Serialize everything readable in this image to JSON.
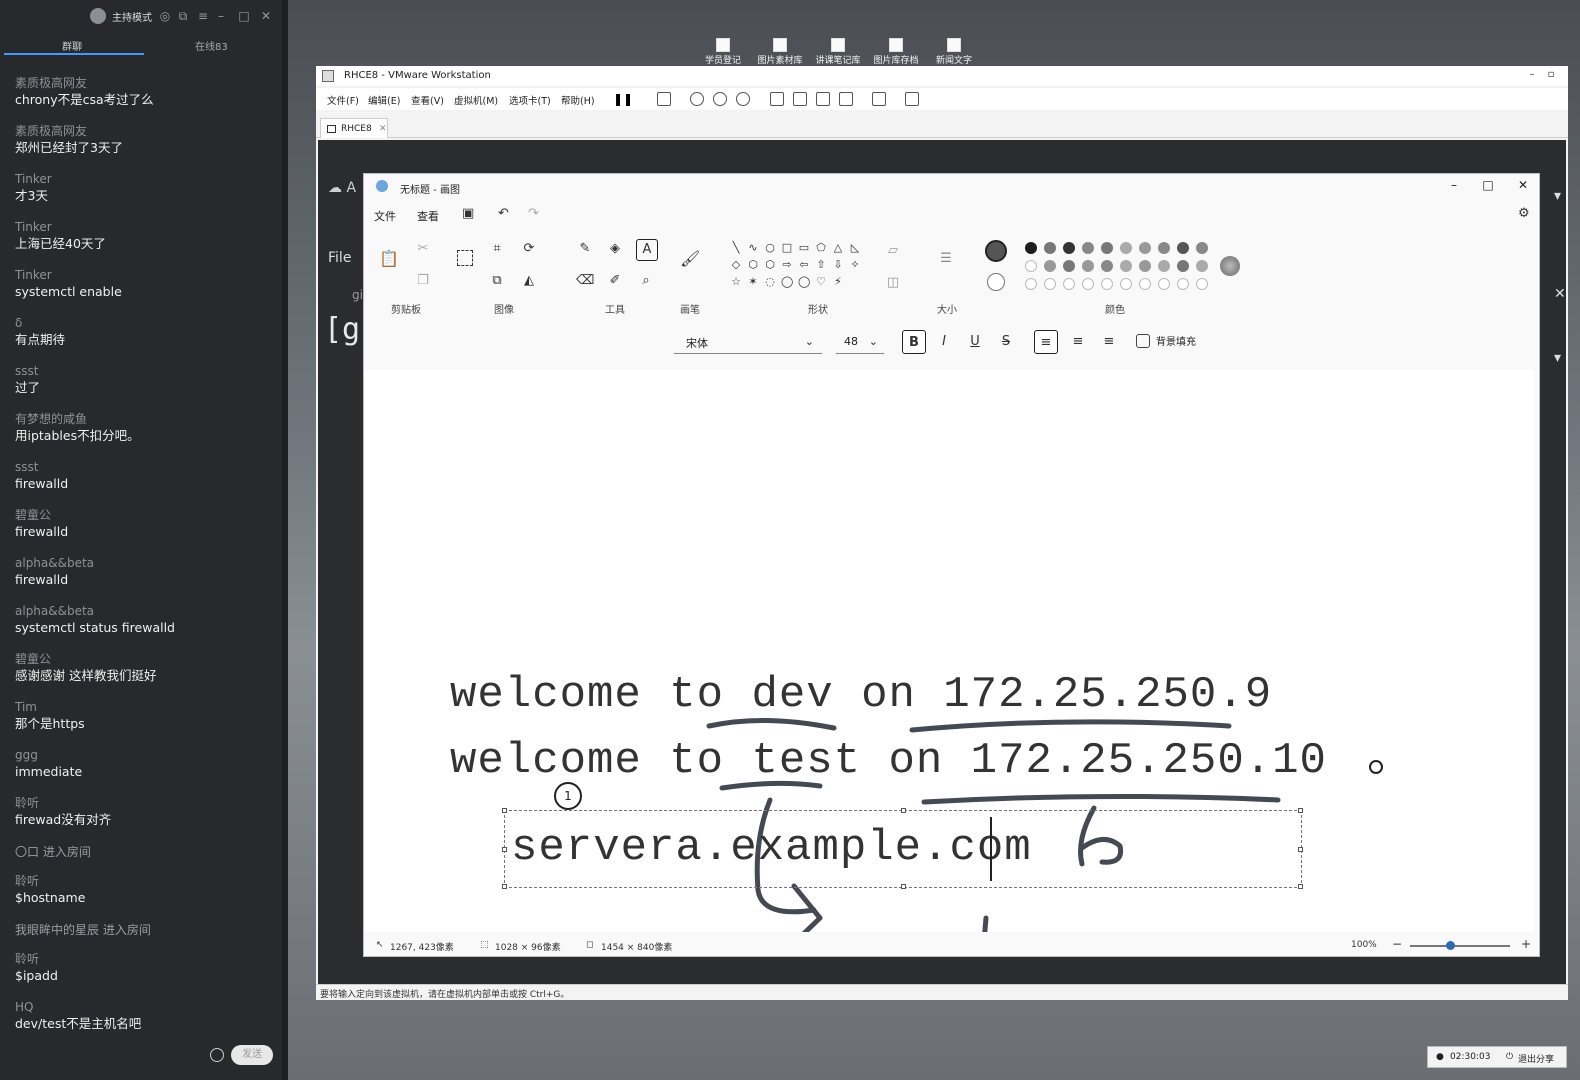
{
  "chat": {
    "mode_label": "主持模式",
    "tabs": [
      "群聊",
      "在线83"
    ],
    "messages": [
      {
        "user": "素质极高网友",
        "text": "chrony不是csa考过了么"
      },
      {
        "user": "素质极高网友",
        "text": "郑州已经封了3天了"
      },
      {
        "user": "Tinker",
        "text": "才3天"
      },
      {
        "user": "Tinker",
        "text": "上海已经40天了"
      },
      {
        "user": "Tinker",
        "text": "systemctl enable"
      },
      {
        "user": "δ",
        "text": "有点期待"
      },
      {
        "user": "ssst",
        "text": "过了"
      },
      {
        "user": "有梦想的咸鱼",
        "text": "用iptables不扣分吧。"
      },
      {
        "user": "ssst",
        "text": "firewalld"
      },
      {
        "user": "碧童公",
        "text": "firewalld"
      },
      {
        "user": "alpha&&beta",
        "text": "firewalld"
      },
      {
        "user": "alpha&&beta",
        "text": "systemctl status firewalld"
      },
      {
        "user": "碧童公",
        "text": "感谢感谢 这样教我们挺好"
      },
      {
        "user": "Tim",
        "text": "那个是https"
      },
      {
        "user": "ggg",
        "text": "immediate"
      },
      {
        "user": "聆听",
        "text": "firewad没有对齐"
      }
    ],
    "system1": "〇口 进入房间",
    "messages2": [
      {
        "user": "聆听",
        "text": "$hostname"
      }
    ],
    "system2": "我眼眸中的星辰 进入房间",
    "messages3": [
      {
        "user": "聆听",
        "text": "$ipadd"
      },
      {
        "user": "HQ",
        "text": "dev/test不是主机名吧"
      }
    ],
    "send_label": "发送"
  },
  "shortcuts": [
    "学员登记",
    "图片素材库",
    "讲课笔记库",
    "图片库存档",
    "新闻文字"
  ],
  "vmware": {
    "title": "RHCE8 - VMware Workstation",
    "menu": [
      "文件(F)",
      "编辑(E)",
      "查看(V)",
      "虚拟机(M)",
      "选项卡(T)",
      "帮助(H)"
    ],
    "tab": "RHCE8",
    "guest_text_a": "A",
    "guest_text_file": "File",
    "guest_text_g": "gi",
    "guest_prompt": "[g",
    "status_text": "要将输入定向到该虚拟机，请在虚拟机内部单击或按 Ctrl+G。"
  },
  "paint": {
    "title": "无标题 - 画图",
    "menu": [
      "文件",
      "查看"
    ],
    "groups": [
      "剪贴板",
      "图像",
      "工具",
      "画笔",
      "形状",
      "大小",
      "颜色"
    ],
    "font": "宋体",
    "font_size": "48",
    "bg_fill_label": "背景填充",
    "canvas_line1": "welcome to dev on 172.25.250.9",
    "canvas_line2": "welcome to test on 172.25.250.10",
    "textbox_text": "servera.example.com",
    "badge_number": "1",
    "status_cursor": "1267, 423像素",
    "status_selection": "1028 × 96像素",
    "status_canvas": "1454 × 840像素",
    "zoom": "100%"
  },
  "share": {
    "time": "02:30:03",
    "exit_label": "退出分享"
  }
}
